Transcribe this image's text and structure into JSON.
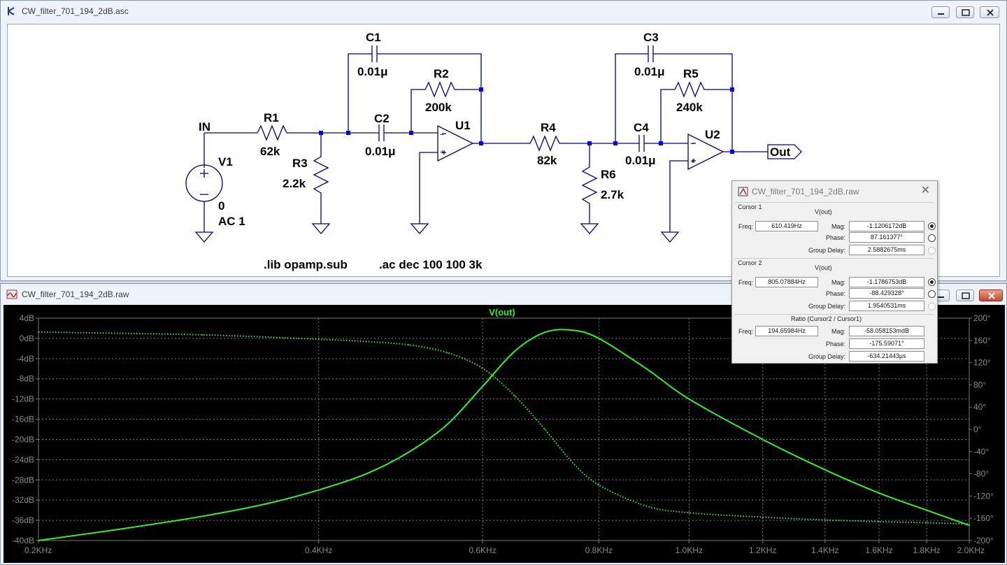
{
  "schematic_window": {
    "title": "CW_filter_701_194_2dB.asc",
    "components": {
      "in_label": "IN",
      "out_label": "Out",
      "v1": {
        "name": "V1",
        "value1": "0",
        "value2": "AC 1"
      },
      "r1": {
        "name": "R1",
        "value": "62k"
      },
      "r3": {
        "name": "R3",
        "value": "2.2k"
      },
      "c1": {
        "name": "C1",
        "value": "0.01μ"
      },
      "c2": {
        "name": "C2",
        "value": "0.01μ"
      },
      "r2": {
        "name": "R2",
        "value": "200k"
      },
      "u1": {
        "name": "U1"
      },
      "r4": {
        "name": "R4",
        "value": "82k"
      },
      "r6": {
        "name": "R6",
        "value": "2.7k"
      },
      "c3": {
        "name": "C3",
        "value": "0.01μ"
      },
      "c4": {
        "name": "C4",
        "value": "0.01μ"
      },
      "r5": {
        "name": "R5",
        "value": "240k"
      },
      "u2": {
        "name": "U2"
      }
    },
    "directives": {
      "lib": ".lib opamp.sub",
      "ac": ".ac dec 100 100 3k"
    }
  },
  "plot_window": {
    "title": "CW_filter_701_194_2dB.raw",
    "trace_name": "V(out)",
    "colors": {
      "trace": "#33ee33",
      "grid": "#7a7a7a",
      "background": "#000000",
      "tick_text": "#8a8a8a"
    }
  },
  "chart_data": {
    "type": "line",
    "title": "V(out)",
    "x_scale": "log",
    "xlim": [
      200,
      2000
    ],
    "x_ticks": [
      200,
      400,
      600,
      800,
      1000,
      1200,
      1400,
      1600,
      1800,
      2000
    ],
    "x_tick_labels": [
      "0.2KHz",
      "0.4KHz",
      "0.6KHz",
      "0.8KHz",
      "1.0KHz",
      "1.2KHz",
      "1.4KHz",
      "1.6KHz",
      "1.8KHz",
      "2.0KHz"
    ],
    "ylim_left": [
      -40,
      4
    ],
    "y_ticks_left": [
      "4dB",
      "0dB",
      "-4dB",
      "-8dB",
      "-12dB",
      "-16dB",
      "-20dB",
      "-24dB",
      "-28dB",
      "-32dB",
      "-36dB",
      "-40dB"
    ],
    "ylim_right": [
      -200,
      200
    ],
    "y_ticks_right": [
      "200°",
      "160°",
      "120°",
      "80°",
      "40°",
      "0°",
      "-40°",
      "-80°",
      "-120°",
      "-160°",
      "-200°"
    ],
    "grid": true,
    "series": [
      {
        "name": "V(out)",
        "style": "solid",
        "axis": "left",
        "x": [
          200,
          250,
          300,
          350,
          400,
          450,
          500,
          550,
          600,
          650,
          700,
          750,
          800,
          900,
          1000,
          1200,
          1400,
          1600,
          1800,
          2000
        ],
        "y": [
          -40,
          -37.5,
          -35.2,
          -32.8,
          -30,
          -26.8,
          -22.5,
          -17,
          -9.5,
          -2.5,
          1.2,
          1.6,
          0,
          -6,
          -12,
          -20,
          -26,
          -30.6,
          -34,
          -37
        ]
      },
      {
        "style": "dotted",
        "axis": "right",
        "x": [
          200,
          300,
          400,
          450,
          500,
          550,
          600,
          650,
          700,
          750,
          800,
          900,
          1000,
          1200,
          1400,
          1600,
          1800,
          2000
        ],
        "y": [
          175,
          170,
          162,
          158,
          152,
          138,
          110,
          60,
          0,
          -60,
          -100,
          -138,
          -150,
          -158,
          -163,
          -166,
          -168,
          -170
        ]
      }
    ]
  },
  "cursor_dialog": {
    "title": "CW_filter_701_194_2dB.raw",
    "cursor1": {
      "label": "Cursor 1",
      "trace": "V(out)",
      "freq_label": "Freq:",
      "freq": "610.419Hz",
      "mag_label": "Mag:",
      "mag": "-1.1206172dB",
      "phase_label": "Phase:",
      "phase": "87.161377°",
      "gd_label": "Group Delay:",
      "gd": "2.5882675ms"
    },
    "cursor2": {
      "label": "Cursor 2",
      "trace": "V(out)",
      "freq_label": "Freq:",
      "freq": "805.07884Hz",
      "mag_label": "Mag:",
      "mag": "-1.1786753dB",
      "phase_label": "Phase:",
      "phase": "-88.429328°",
      "gd_label": "Group Delay:",
      "gd": "1.9540531ms"
    },
    "ratio": {
      "label": "Ratio (Cursor2 / Cursor1)",
      "freq_label": "Freq:",
      "freq": "194.65984Hz",
      "mag_label": "Mag:",
      "mag": "-58.058153mdB",
      "phase_label": "Phase:",
      "phase": "-175.59071°",
      "gd_label": "Group Delay:",
      "gd": "-634.21443µs"
    }
  }
}
